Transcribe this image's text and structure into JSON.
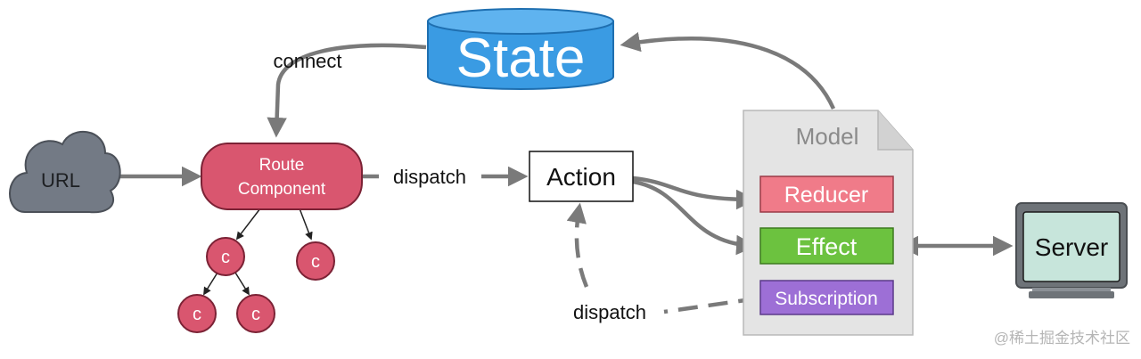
{
  "nodes": {
    "state": "State",
    "url": "URL",
    "route_component": [
      "Route",
      "Component"
    ],
    "child": "c",
    "action": "Action",
    "model": "Model",
    "reducer": "Reducer",
    "effect": "Effect",
    "subscription": "Subscription",
    "server": "Server"
  },
  "edges": {
    "connect": "connect",
    "dispatch_route": "dispatch",
    "dispatch_subscription": "dispatch"
  },
  "watermark": "@稀土掘金技术社区",
  "colors": {
    "state": "#3a9be3",
    "url_cloud": "#737a85",
    "route": "#d9566f",
    "reducer": "#f07b89",
    "effect": "#6cc23f",
    "subscription": "#9d6fd6",
    "server_screen": "#c7e5db",
    "arrow": "#7a7a7a"
  }
}
